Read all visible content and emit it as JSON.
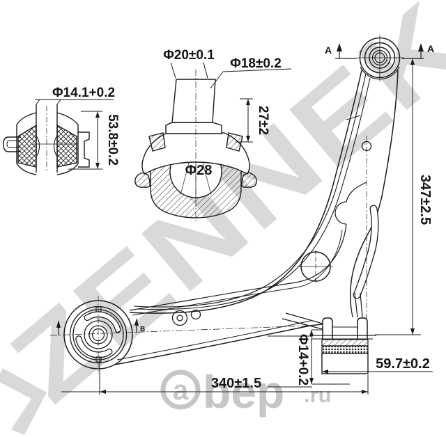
{
  "colors": {
    "line": "#1a1a1a",
    "watermark_gray": "#d9d9d9",
    "logo_gray": "#c6c6c6"
  },
  "watermark": {
    "brand": "ZENNEK",
    "logo_a": "a",
    "logo_text": "bep",
    "logo_tld": ".ru"
  },
  "dims": {
    "front_bushing_bore": "Φ14.1+0.2",
    "front_bushing_length": "53.8±0.2",
    "balljoint_taper_top": "Φ20±0.1",
    "balljoint_taper_bottom": "Φ18±0.2",
    "balljoint_stud_height": "27±2",
    "balljoint_ball_dia": "Φ28",
    "arm_height": "347±2.5",
    "arm_length": "340±1.5",
    "rear_bushing_bore": "Φ14+0.2",
    "rear_bushing_length": "59.7±0.2"
  },
  "sections": {
    "left": "A",
    "right": "A",
    "front": "B"
  }
}
